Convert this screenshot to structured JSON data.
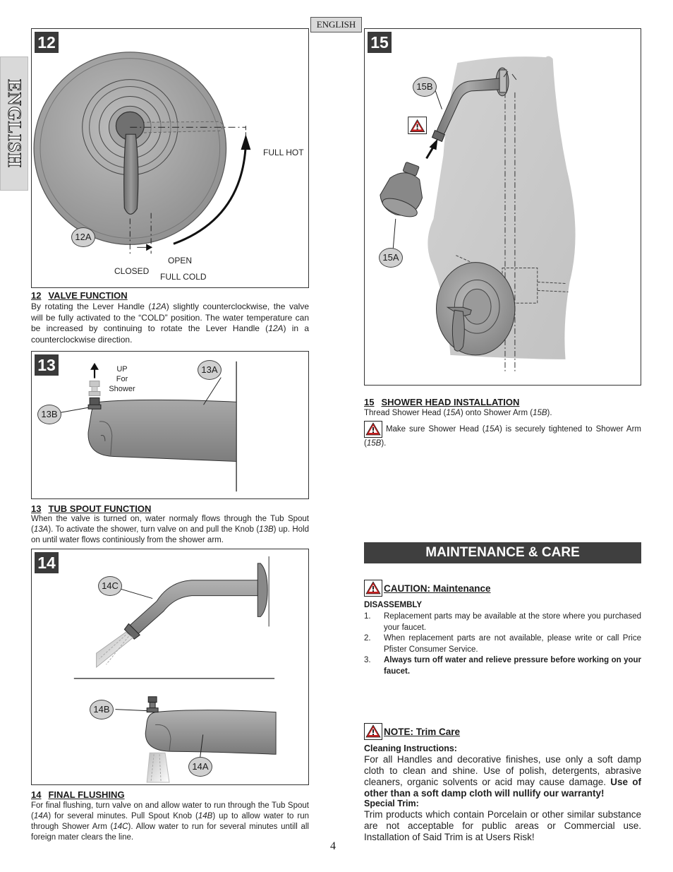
{
  "side_tab": "ENGLISH",
  "language_tag": "ENGLISH",
  "page_number": "4",
  "fig12": {
    "number": "12",
    "labels": {
      "full_hot": "FULL HOT",
      "open": "OPEN",
      "closed": "CLOSED",
      "full_cold": "FULL COLD"
    },
    "callout": "12A"
  },
  "sec12": {
    "num": "12",
    "title": "VALVE FUNCTION",
    "t1": "By rotating the Lever Handle (",
    "ref1": "12A",
    "t2": ") slightly counterclockwise, the valve will be fully activated to the “COLD” position. The water temperature can be increased by continuing to rotate the Lever Handle (",
    "ref2": "12A",
    "t3": ") in a counterclockwise direction."
  },
  "fig13": {
    "number": "13",
    "up_lines": [
      "UP",
      "For",
      "Shower"
    ],
    "callouts": {
      "a": "13A",
      "b": "13B"
    }
  },
  "sec13": {
    "num": "13",
    "title": "TUB SPOUT FUNCTION",
    "t1": "When the valve is turned on, water normaly flows through the Tub Spout (",
    "ref1": "13A",
    "t2": "). To activate the shower, turn valve on and pull the Knob (",
    "ref2": "13B",
    "t3": ") up.  Hold on until water flows continiously from the shower arm."
  },
  "fig14": {
    "number": "14",
    "callouts": {
      "a": "14A",
      "b": "14B",
      "c": "14C"
    }
  },
  "sec14": {
    "num": "14",
    "title": "FINAL FLUSHING",
    "t1": "For final flushing, turn valve on and allow water to run through the Tub Spout (",
    "ref1": "14A",
    "t2": ") for several minutes.  Pull Spout Knob (",
    "ref2": "14B",
    "t3": ") up to allow water to run through Shower Arm (",
    "ref3": "14C",
    "t4": "). Allow water to run for several minutes untill all foreign mater clears the line."
  },
  "fig15": {
    "number": "15",
    "callouts": {
      "a": "15A",
      "b": "15B"
    }
  },
  "sec15": {
    "num": "15",
    "title": "SHOWER HEAD INSTALLATION",
    "l1a": "Thread Shower Head (",
    "l1ref1": "15A",
    "l1b": ") onto Shower Arm (",
    "l1ref2": "15B",
    "l1c": ").",
    "w1": " Make sure Shower Head (",
    "wref1": "15A",
    "w2": ") is securely tightened to Shower Arm (",
    "wref2": "15B",
    "w3": ")."
  },
  "maintenance": {
    "bar_title": "MAINTENANCE & CARE",
    "caution_title": "CAUTION:  Maintenance",
    "disassembly_label": "DISASSEMBLY",
    "items": [
      {
        "n": "1.",
        "text": "Replacement parts may be available at the store where you purchased your faucet."
      },
      {
        "n": "2.",
        "text": "When replacement parts are not available, please write or call Price Pfister Consumer Service."
      },
      {
        "n": "3.",
        "text": "Always turn off water and relieve pressure before working on your faucet."
      }
    ],
    "note_title": "NOTE:  Trim Care",
    "cleaning_label": "Cleaning Instructions:",
    "cleaning_text": "For all Handles and decorative finishes, use only a soft damp cloth to clean and shine.  Use of polish, detergents, abrasive cleaners, organic solvents or acid may cause damage.",
    "cleaning_bold": " Use of other than a soft damp cloth will nullify our warranty!",
    "special_label": "Special Trim:",
    "special_text": "Trim products which contain Porcelain or other similar substance are not acceptable for public areas or Commercial use.  Installation of Said Trim is at Users Risk!"
  }
}
